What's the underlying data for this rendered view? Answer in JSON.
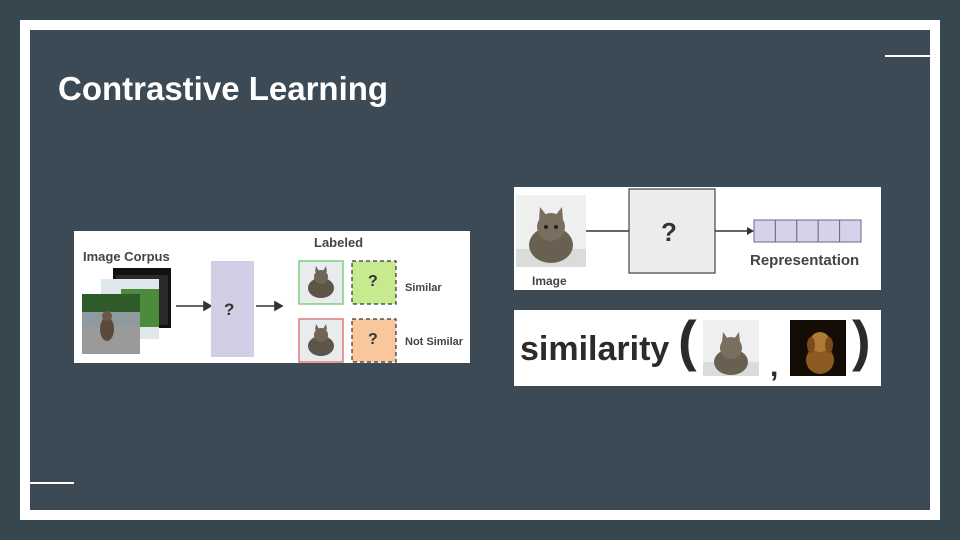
{
  "slide": {
    "title": "Contrastive Learning"
  },
  "left_panel": {
    "corpus_label": "Image Corpus",
    "labeled_label": "Labeled",
    "model_symbol": "?",
    "similar_symbol": "?",
    "not_similar_symbol": "?",
    "similar_label": "Similar",
    "not_similar_label": "Not Similar",
    "colors": {
      "model_box": "#d1cfe6",
      "similar_box": "#c8ea8f",
      "not_similar_box": "#f8c79b",
      "similar_border": "#7cd07c",
      "not_similar_border": "#e07a7a"
    }
  },
  "top_right_panel": {
    "image_label": "Image",
    "model_symbol": "?",
    "representation_label": "Representation",
    "colors": {
      "model_box": "#ececec",
      "vector_cells": "#d5d2ea"
    }
  },
  "bottom_right_panel": {
    "function_name": "similarity",
    "open_paren": "(",
    "comma": ",",
    "close_paren": ")"
  },
  "icons": [
    "cat-photo",
    "dog-photo",
    "street-cat-photo",
    "arrow-right-icon"
  ]
}
